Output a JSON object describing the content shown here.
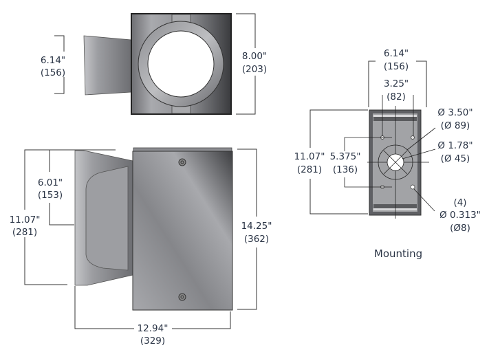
{
  "top_view": {
    "arm_width": {
      "in": "6.14\"",
      "mm": "(156)"
    },
    "housing_width": {
      "in": "8.00\"",
      "mm": "(203)"
    }
  },
  "side_view": {
    "arm_offset": {
      "in": "6.01\"",
      "mm": "(153)"
    },
    "plate_height": {
      "in": "11.07\"",
      "mm": "(281)"
    },
    "housing_height": {
      "in": "14.25\"",
      "mm": "(362)"
    },
    "overall_depth": {
      "in": "12.94\"",
      "mm": "(329)"
    }
  },
  "mounting": {
    "caption": "Mounting",
    "plate_width": {
      "in": "6.14\"",
      "mm": "(156)"
    },
    "hole_spacing_x": {
      "in": "3.25\"",
      "mm": "(82)"
    },
    "plate_height": {
      "in": "11.07\"",
      "mm": "(281)"
    },
    "hole_spacing_y": {
      "in": "5.375\"",
      "mm": "(136)"
    },
    "outer_circle": {
      "in": "Ø 3.50\"",
      "mm": "(Ø 89)"
    },
    "inner_circle": {
      "in": "Ø 1.78\"",
      "mm": "(Ø 45)"
    },
    "holes": {
      "count": "(4)",
      "in": "Ø 0.313\"",
      "mm": "(Ø8)"
    }
  }
}
